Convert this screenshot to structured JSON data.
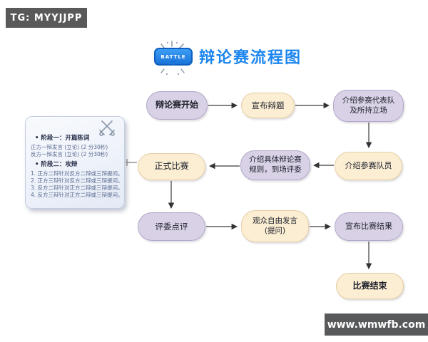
{
  "colors": {
    "title_blue": "#1c86ee",
    "badge_blue": "#1a73d8",
    "node_purple_fill": "#d9d2e6",
    "node_purple_border": "#b2a7ca",
    "node_cream_fill": "#fbeed2",
    "node_cream_border": "#e6cda4",
    "panel_bg": "#eef2fa",
    "panel_border": "#c3cde0",
    "tag_bg": "#595959",
    "watermark_bg": "#58595b",
    "arrow": "#333333"
  },
  "tag": {
    "label": "TG: MYYJJPP"
  },
  "title": {
    "badge": "BATTLE",
    "text": "辩论赛流程图"
  },
  "panel": {
    "icon": "crossed-swords-icon",
    "stage1": {
      "title": "• 阶段一：开篇陈词",
      "lines": [
        "正方一辩发言 (立论) (2 分30秒)",
        "反方一辩发言 (立论) (2 分30秒)"
      ]
    },
    "stage2": {
      "title": "• 阶段二：攻辩",
      "items": [
        "1. 正方二辩针对反方二辩或三辩提问。",
        "2. 正方三辩针对反方二辩或三辩提问。",
        "3. 反方二辩针对正方二辩或三辩提问。",
        "4. 反方三辩针对正方二辩或三辩提问。"
      ]
    }
  },
  "flow": {
    "nodes": {
      "start": "辩论赛开始",
      "topic": "宣布辩题",
      "teams": "介绍参赛代表队\n及所持立场",
      "formal": "正式比赛",
      "rules": "介绍具体辩论赛\n规则，到场评委",
      "players": "介绍参赛队员",
      "judge": "评委点评",
      "audience": "观众自由发言\n(提问)",
      "result": "宣布比赛结果",
      "end": "比赛结束"
    }
  },
  "watermark": {
    "label": "www.wmwfb.com"
  }
}
